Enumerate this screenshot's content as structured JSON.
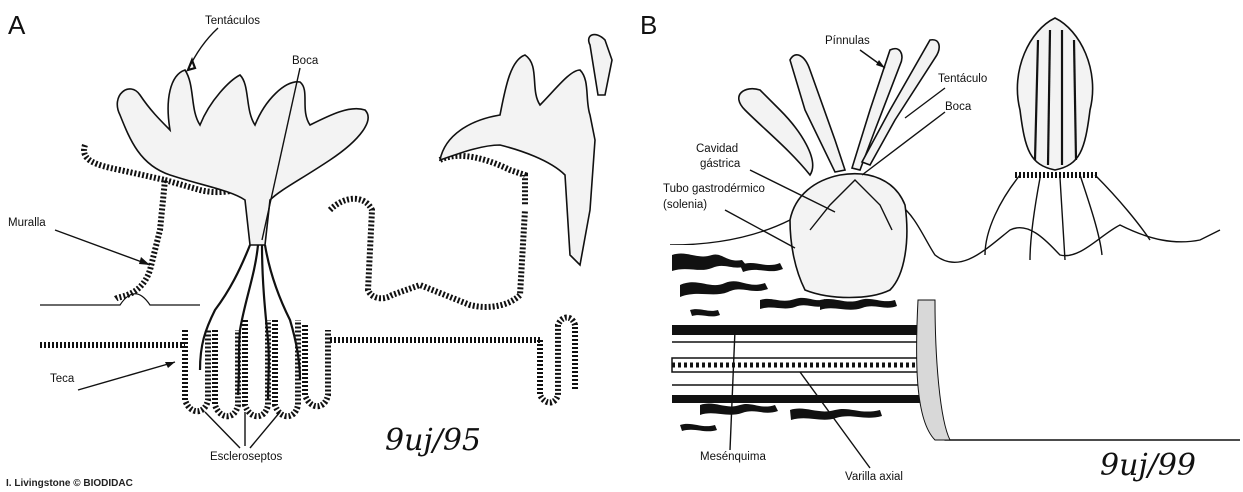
{
  "panels": [
    {
      "letter": "A",
      "labels": {
        "tentaculos": "Tentáculos",
        "boca": "Boca",
        "muralla": "Muralla",
        "teca": "Teca",
        "escleroseptos": "Escleroseptos"
      },
      "signature": "9uj/95",
      "credit": "I. Livingstone © BIODIDAC"
    },
    {
      "letter": "B",
      "labels": {
        "pinnulas": "Pínnulas",
        "tentaculo": "Tentáculo",
        "boca": "Boca",
        "cavidad_1": "Cavidad",
        "cavidad_2": "gástrica",
        "tubo_1": "Tubo gastrodérmico",
        "tubo_2": "(solenia)",
        "mesenquima": "Mesénquima",
        "varilla": "Varilla axial"
      },
      "signature": "9uj/99"
    }
  ]
}
